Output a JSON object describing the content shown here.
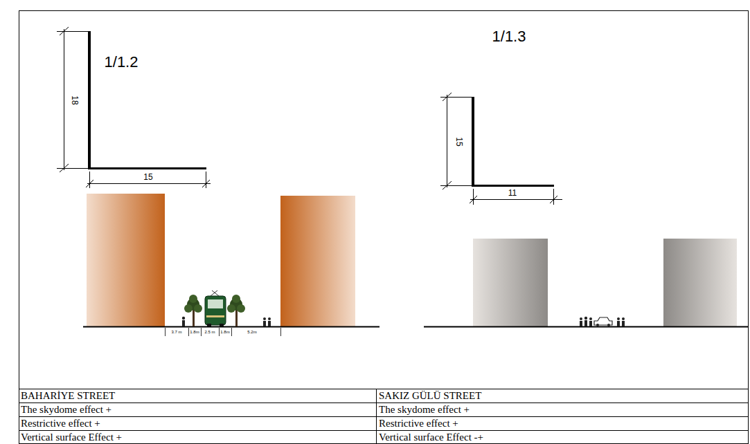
{
  "diagram": {
    "labels": [
      "1/1.2",
      "18",
      "15",
      "3.7 m",
      "1.8m",
      "2.5 m",
      "1.8m",
      "5.2m",
      "1/1.3",
      "15",
      "11",
      "BAHARİYE STREET",
      "SAKIZ GÜLÜ STREET",
      "The skydome effect  +",
      "The skydome effect   +",
      "Restrictive effect +",
      "Restrictive effect  +",
      "Vertical surface Effect +",
      "Vertical surface Effect -+"
    ]
  }
}
